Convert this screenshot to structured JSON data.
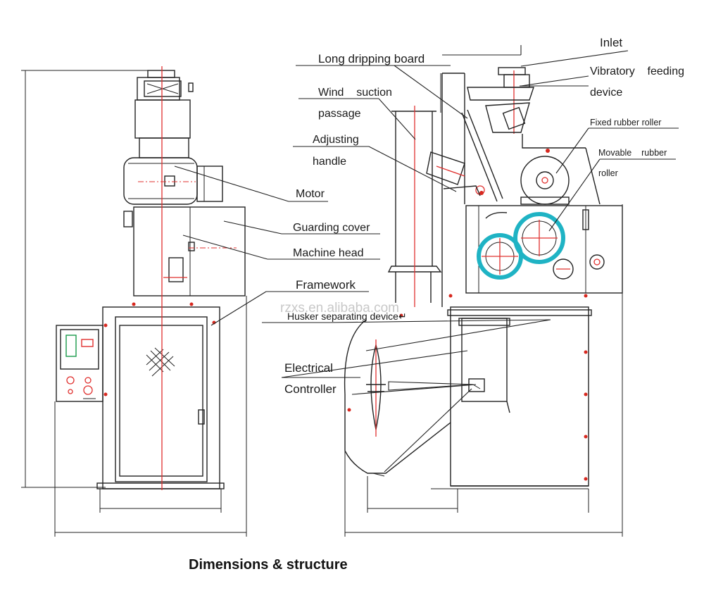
{
  "title": "Dimensions & structure",
  "watermark": "rzxs.en.alibaba.com",
  "labels": {
    "inlet": "Inlet",
    "long_dripping_board": "Long dripping board",
    "vibratory_feeding_1": "Vibratory    feeding",
    "vibratory_feeding_2": "device",
    "wind_suction_1": "Wind    suction",
    "wind_suction_2": "passage",
    "fixed_rubber_roller": "Fixed rubber roller",
    "adjusting_handle_1": "Adjusting",
    "adjusting_handle_2": "handle",
    "movable_rubber_1": "Movable    rubber",
    "movable_rubber_2": "roller",
    "motor": "Motor",
    "guarding_cover": "Guarding cover",
    "machine_head": "Machine head",
    "framework": "Framework",
    "husker_separating": "Husker separating device↵",
    "electrical_1": "Electrical",
    "electrical_2": "Controller"
  },
  "colors": {
    "line": "#222222",
    "centerline": "#e0312f",
    "roller": "#1fb3c4",
    "bolt": "#d7281f"
  }
}
